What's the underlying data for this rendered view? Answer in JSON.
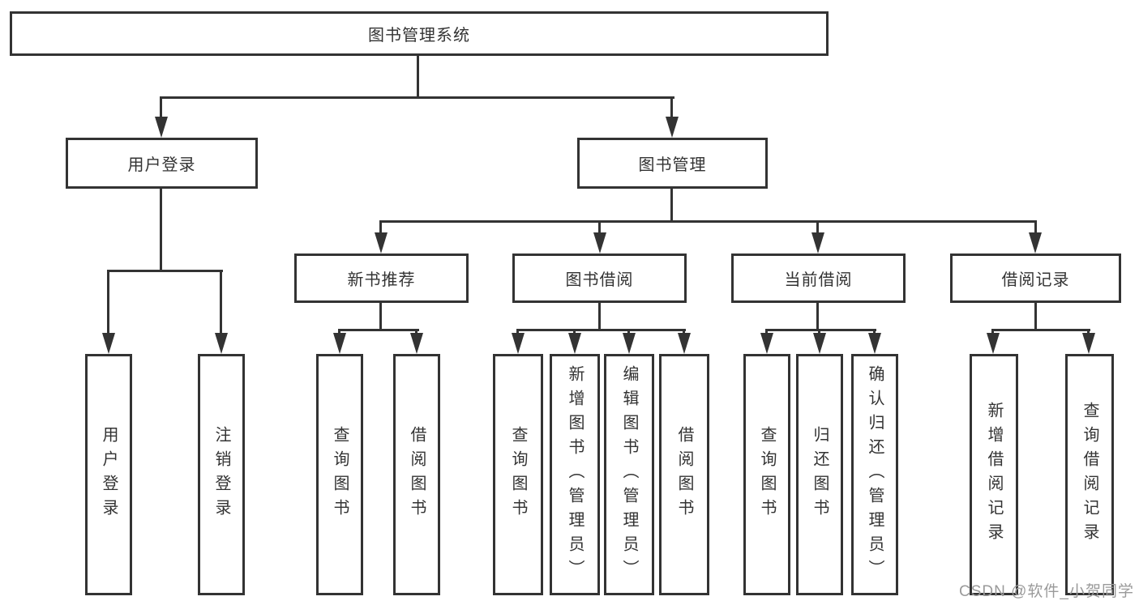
{
  "root": {
    "label": "图书管理系统"
  },
  "login": {
    "label": "用户登录",
    "children": [
      {
        "label": "用户登录"
      },
      {
        "label": "注销登录"
      }
    ]
  },
  "mgmt": {
    "label": "图书管理",
    "children": [
      {
        "label": "新书推荐",
        "children": [
          {
            "label": "查询图书"
          },
          {
            "label": "借阅图书"
          }
        ]
      },
      {
        "label": "图书借阅",
        "children": [
          {
            "label": "查询图书"
          },
          {
            "label": "新增图书（管理员）"
          },
          {
            "label": "编辑图书（管理员）"
          },
          {
            "label": "借阅图书"
          }
        ]
      },
      {
        "label": "当前借阅",
        "children": [
          {
            "label": "查询图书"
          },
          {
            "label": "归还图书"
          },
          {
            "label": "确认归还（管理员）"
          }
        ]
      },
      {
        "label": "借阅记录",
        "children": [
          {
            "label": "新增借阅记录"
          },
          {
            "label": "查询借阅记录"
          }
        ]
      }
    ]
  },
  "watermark": "CSDN @软件_小贺同学",
  "colors": {
    "line": "#333333",
    "background": "#ffffff",
    "watermark": "#9a9a9a"
  }
}
